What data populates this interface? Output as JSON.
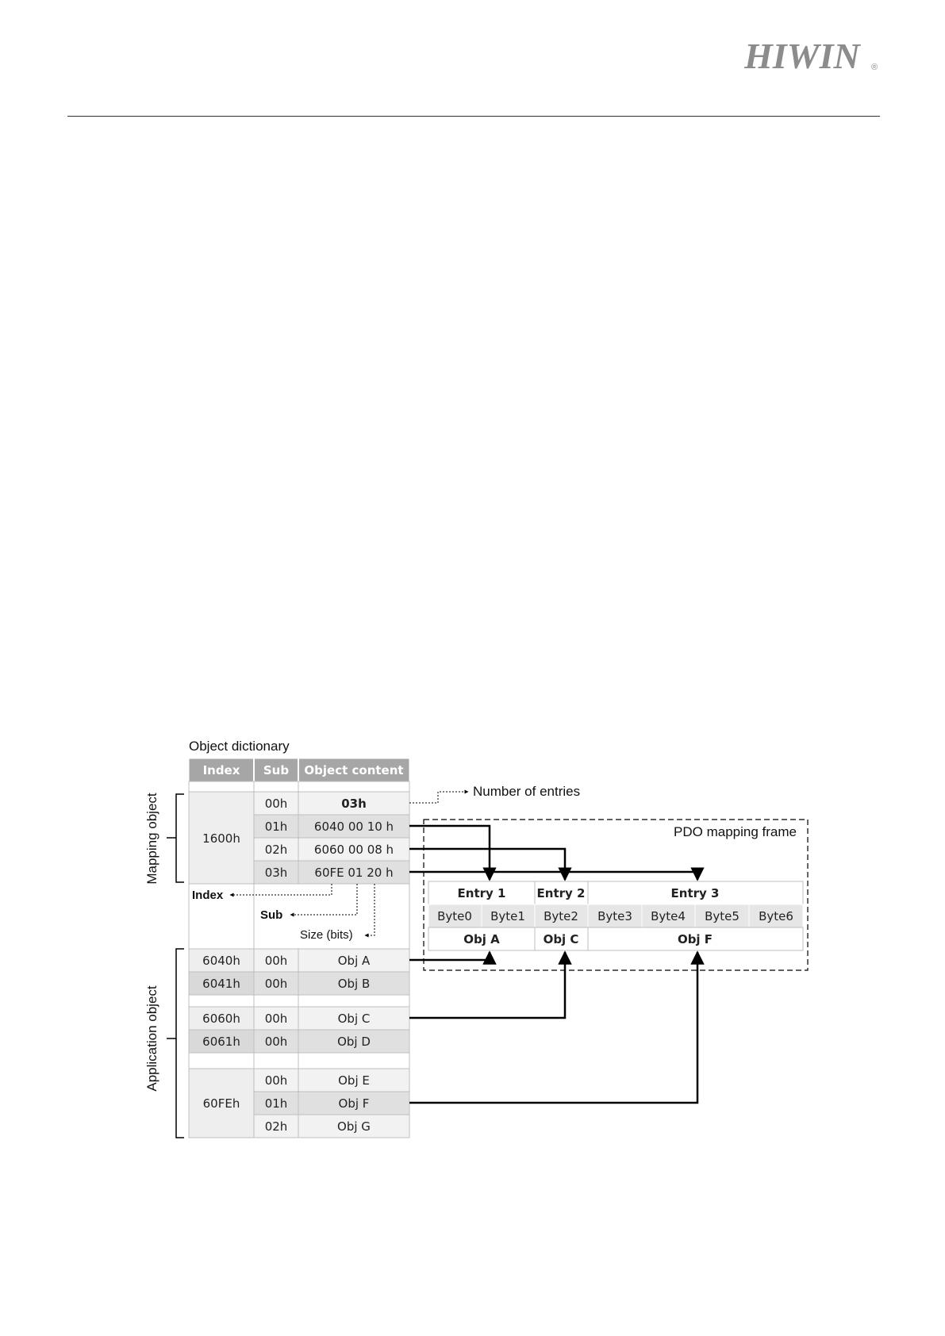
{
  "header": {
    "logo_text": "HIWIN",
    "logo_mark": "®"
  },
  "diagram": {
    "title": "Object dictionary",
    "columns": [
      "Index",
      "Sub",
      "Object content"
    ],
    "mapping_index": "1600h",
    "mapping_rows": [
      {
        "sub": "00h",
        "content": "03h"
      },
      {
        "sub": "01h",
        "content": "6040 00 10 h"
      },
      {
        "sub": "02h",
        "content": "6060 00 08 h"
      },
      {
        "sub": "03h",
        "content": "60FE 01 20 h"
      }
    ],
    "field_labels": {
      "index": "Index",
      "sub": "Sub",
      "size": "Size (bits)"
    },
    "number_of_entries_label": "Number of entries",
    "application_rows": [
      {
        "index": "6040h",
        "sub": "00h",
        "content": "Obj A"
      },
      {
        "index": "6041h",
        "sub": "00h",
        "content": "Obj B"
      },
      {
        "index": "6060h",
        "sub": "00h",
        "content": "Obj C"
      },
      {
        "index": "6061h",
        "sub": "00h",
        "content": "Obj D"
      }
    ],
    "group_60fe": {
      "index": "60FEh",
      "rows": [
        {
          "sub": "00h",
          "content": "Obj E"
        },
        {
          "sub": "01h",
          "content": "Obj F"
        },
        {
          "sub": "02h",
          "content": "Obj G"
        }
      ]
    },
    "side_labels": {
      "mapping": "Mapping object",
      "application": "Application object"
    },
    "pdo_frame": {
      "title": "PDO mapping frame",
      "entries": [
        "Entry 1",
        "Entry 2",
        "Entry 3"
      ],
      "bytes": [
        "Byte0",
        "Byte1",
        "Byte2",
        "Byte3",
        "Byte4",
        "Byte5",
        "Byte6"
      ],
      "objects": [
        "Obj A",
        "Obj C",
        "Obj F"
      ]
    }
  },
  "colors": {
    "header_fill": "#a6a6a6",
    "row_light": "#f2f2f2",
    "row_mid": "#e6e6e6",
    "row_dark": "#d9d9d9",
    "grid": "#bfbfbf",
    "line": "#000000"
  }
}
